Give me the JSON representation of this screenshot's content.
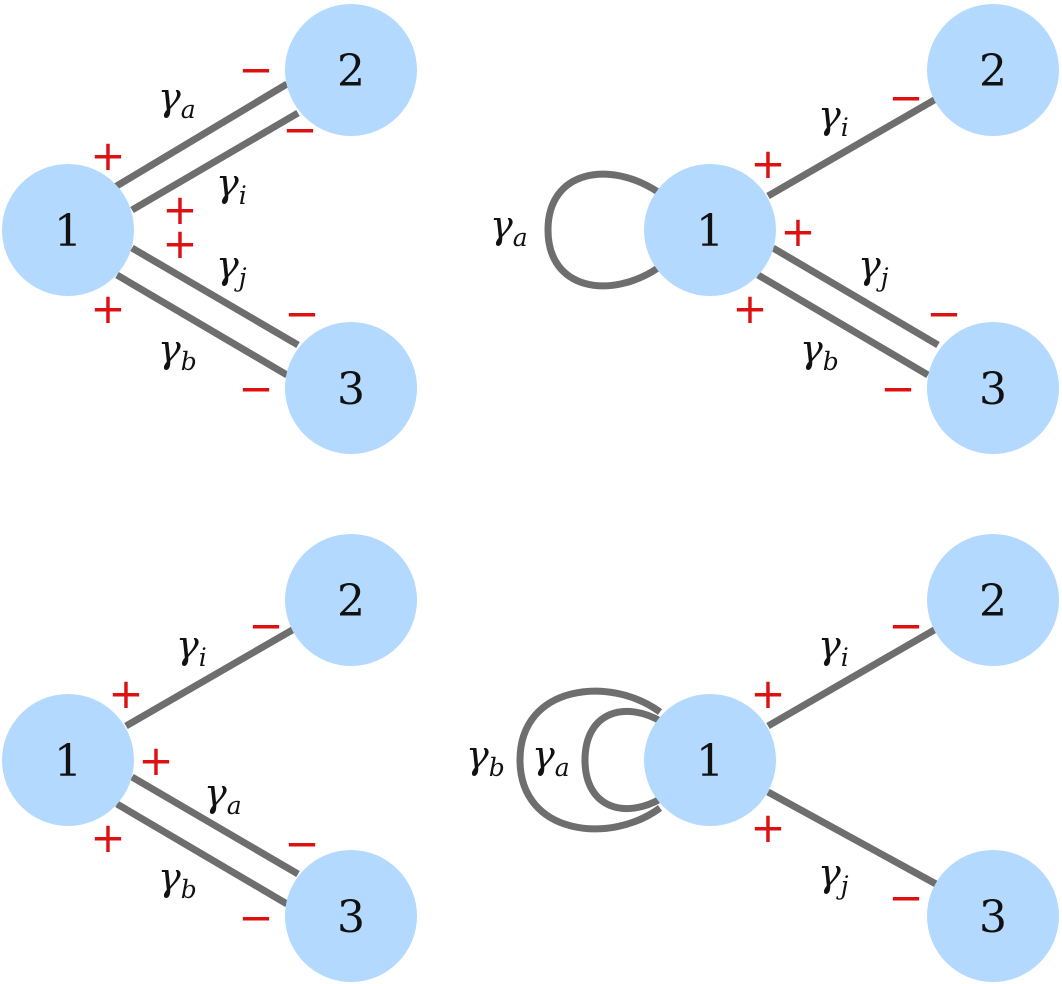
{
  "colors": {
    "node_fill": "#b3d9ff",
    "edge": "#6e6e6e",
    "sign": "#dd1111",
    "text": "#111111"
  },
  "signs": {
    "plus": "+",
    "minus": "−"
  },
  "panels": [
    {
      "nodes": [
        "1",
        "2",
        "3"
      ],
      "edges": [
        {
          "from": "1",
          "to": "2",
          "label": {
            "base": "γ",
            "sub": "a"
          },
          "sign_from": "+",
          "sign_to": "−"
        },
        {
          "from": "1",
          "to": "2",
          "label": {
            "base": "γ",
            "sub": "i"
          },
          "sign_from": "+",
          "sign_to": "−"
        },
        {
          "from": "1",
          "to": "3",
          "label": {
            "base": "γ",
            "sub": "j"
          },
          "sign_from": "+",
          "sign_to": "−"
        },
        {
          "from": "1",
          "to": "3",
          "label": {
            "base": "γ",
            "sub": "b"
          },
          "sign_from": "+",
          "sign_to": "−"
        }
      ]
    },
    {
      "nodes": [
        "1",
        "2",
        "3"
      ],
      "edges": [
        {
          "from": "1",
          "to": "1",
          "label": {
            "base": "γ",
            "sub": "a"
          }
        },
        {
          "from": "1",
          "to": "2",
          "label": {
            "base": "γ",
            "sub": "i"
          },
          "sign_from": "+",
          "sign_to": "−"
        },
        {
          "from": "1",
          "to": "3",
          "label": {
            "base": "γ",
            "sub": "j"
          },
          "sign_from": "+",
          "sign_to": "−"
        },
        {
          "from": "1",
          "to": "3",
          "label": {
            "base": "γ",
            "sub": "b"
          },
          "sign_from": "+",
          "sign_to": "−"
        }
      ]
    },
    {
      "nodes": [
        "1",
        "2",
        "3"
      ],
      "edges": [
        {
          "from": "1",
          "to": "2",
          "label": {
            "base": "γ",
            "sub": "i"
          },
          "sign_from": "+",
          "sign_to": "−"
        },
        {
          "from": "1",
          "to": "3",
          "label": {
            "base": "γ",
            "sub": "a"
          },
          "sign_from": "+",
          "sign_to": "−"
        },
        {
          "from": "1",
          "to": "3",
          "label": {
            "base": "γ",
            "sub": "b"
          },
          "sign_from": "+",
          "sign_to": "−"
        }
      ]
    },
    {
      "nodes": [
        "1",
        "2",
        "3"
      ],
      "edges": [
        {
          "from": "1",
          "to": "1",
          "label": {
            "base": "γ",
            "sub": "b"
          }
        },
        {
          "from": "1",
          "to": "1",
          "label": {
            "base": "γ",
            "sub": "a"
          }
        },
        {
          "from": "1",
          "to": "2",
          "label": {
            "base": "γ",
            "sub": "i"
          },
          "sign_from": "+",
          "sign_to": "−"
        },
        {
          "from": "1",
          "to": "3",
          "label": {
            "base": "γ",
            "sub": "j"
          },
          "sign_from": "+",
          "sign_to": "−"
        }
      ]
    }
  ]
}
